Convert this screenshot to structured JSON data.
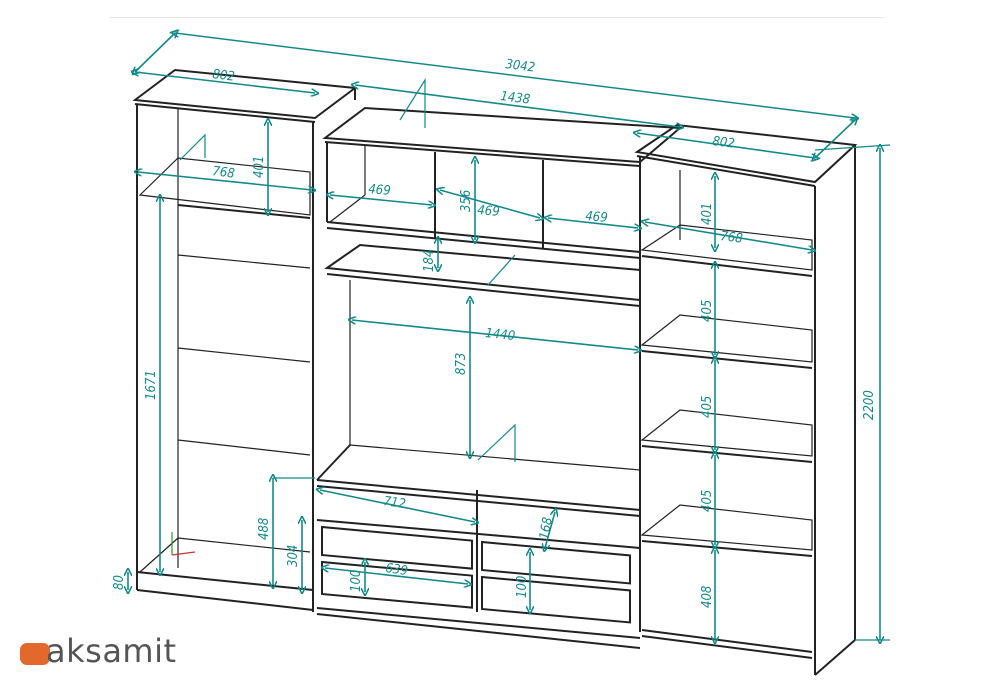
{
  "brand": {
    "name": "aksamit",
    "color": "#e2692b"
  },
  "colors": {
    "dimension": "#138a8a",
    "outline": "#222222"
  },
  "dimensions": {
    "total_width": "3042",
    "left_tower_width": "802",
    "middle_top_width": "1438",
    "right_tower_width": "802",
    "left_inner_width": "768",
    "left_top_shelf_height": "401",
    "left_door_height": "1671",
    "niche_width_1": "469",
    "niche_width_2": "469",
    "niche_width_3": "469",
    "niche_height": "356",
    "shelf_gap": "184",
    "tv_width": "1440",
    "tv_height": "873",
    "base_shelf_width": "712",
    "base_height": "488",
    "drawer_block_height": "304",
    "plinth_height": "80",
    "drawer_width": "639",
    "drawer_height_left": "100",
    "drawer_height_right": "100",
    "open_shelf_height": "168",
    "right_top_shelf_height": "401",
    "right_inner_width": "768",
    "right_shelf_1": "405",
    "right_shelf_2": "405",
    "right_shelf_3": "405",
    "right_bottom_shelf": "408",
    "total_height": "2200"
  }
}
